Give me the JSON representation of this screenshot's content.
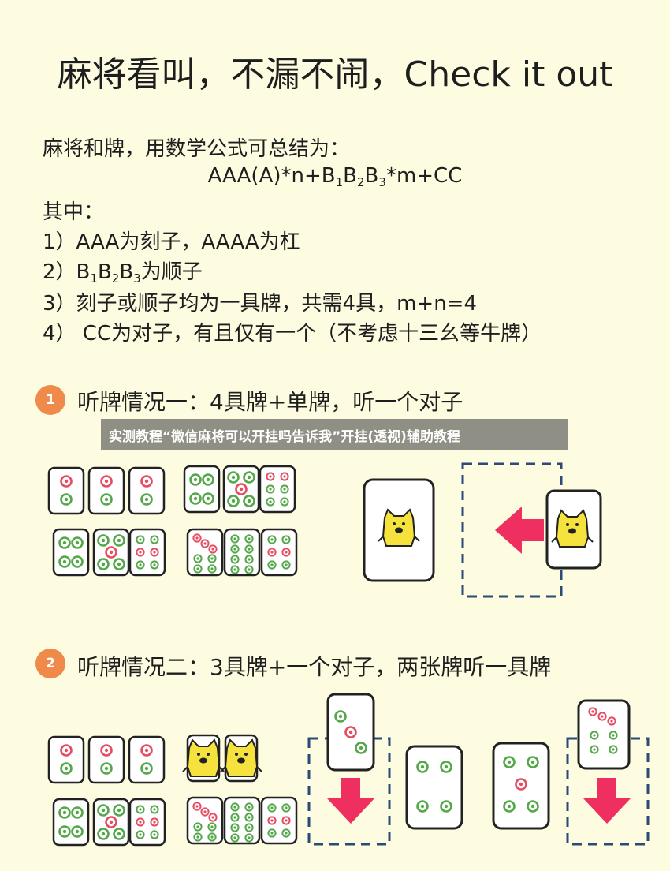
{
  "title": "麻将看叫，不漏不闹，Check it out",
  "intro": {
    "line1": "麻将和牌，用数学公式可总结为：",
    "formula_a": "AAA(A)*n+B",
    "formula_sub1": "1",
    "formula_b": "B",
    "formula_sub2": "2",
    "formula_c": "B",
    "formula_sub3": "3",
    "formula_d": "*m+CC",
    "where": "其中：",
    "item1": "1）AAA为刻子，AAAA为杠",
    "item2_prefix": "2）B",
    "item2_sub1": "1",
    "item2_b": "B",
    "item2_sub2": "2",
    "item2_c": "B",
    "item2_sub3": "3",
    "item2_suffix": "为顺子",
    "item3": "3）刻子或顺子均为一具牌，共需4具，m+n=4",
    "item4": "4） CC为对子，有且仅有一个（不考虑十三幺等牛牌）"
  },
  "section1": {
    "number": "1",
    "heading": "听牌情况一：4具牌+单牌，听一个对子"
  },
  "banner": {
    "text": "实测教程“微信麻将可以开挂吗告诉我”开挂(透视)辅助教程"
  },
  "section2": {
    "number": "2",
    "heading": "听牌情况二：3具牌+一个对子，两张牌听一具牌"
  },
  "colors": {
    "background": "#fdfbe0",
    "badge": "#ef8a4a",
    "arrow": "#ee2f5f",
    "green": "#55a84a",
    "red": "#e54d62",
    "dash": "#2c4a78"
  }
}
